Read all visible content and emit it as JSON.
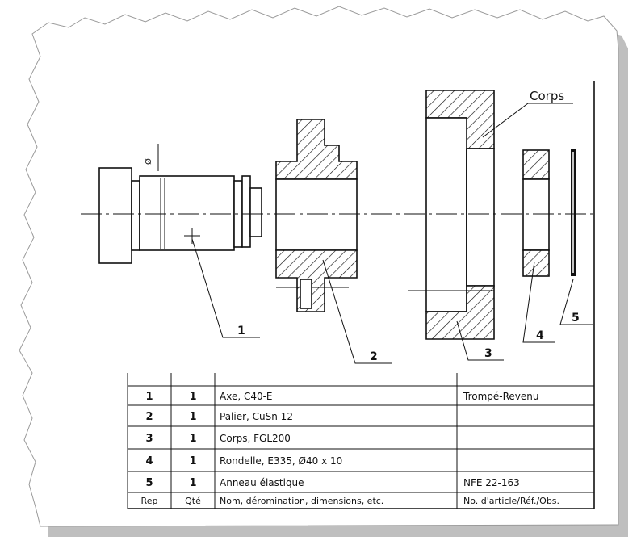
{
  "drawing": {
    "labels": {
      "corps": "Corps",
      "fit": "Ø",
      "callouts": [
        "1",
        "2",
        "3",
        "4",
        "5"
      ]
    }
  },
  "table": {
    "header": {
      "rep": "Rep",
      "qte": "Qté",
      "nom": "Nom, déromination, dimensions, etc.",
      "ref": "No. d'article/Réf./Obs."
    },
    "rows": [
      {
        "rep": "1",
        "qte": "1",
        "nom": "Axe, C40-E",
        "ref": "Trompé-Revenu"
      },
      {
        "rep": "2",
        "qte": "1",
        "nom": "Palier, CuSn 12",
        "ref": ""
      },
      {
        "rep": "3",
        "qte": "1",
        "nom": "Corps, FGL200",
        "ref": ""
      },
      {
        "rep": "4",
        "qte": "1",
        "nom": "Rondelle, E335, Ø40 x 10",
        "ref": ""
      },
      {
        "rep": "5",
        "qte": "1",
        "nom": "Anneau élastique",
        "ref": "NFE 22-163"
      }
    ]
  }
}
